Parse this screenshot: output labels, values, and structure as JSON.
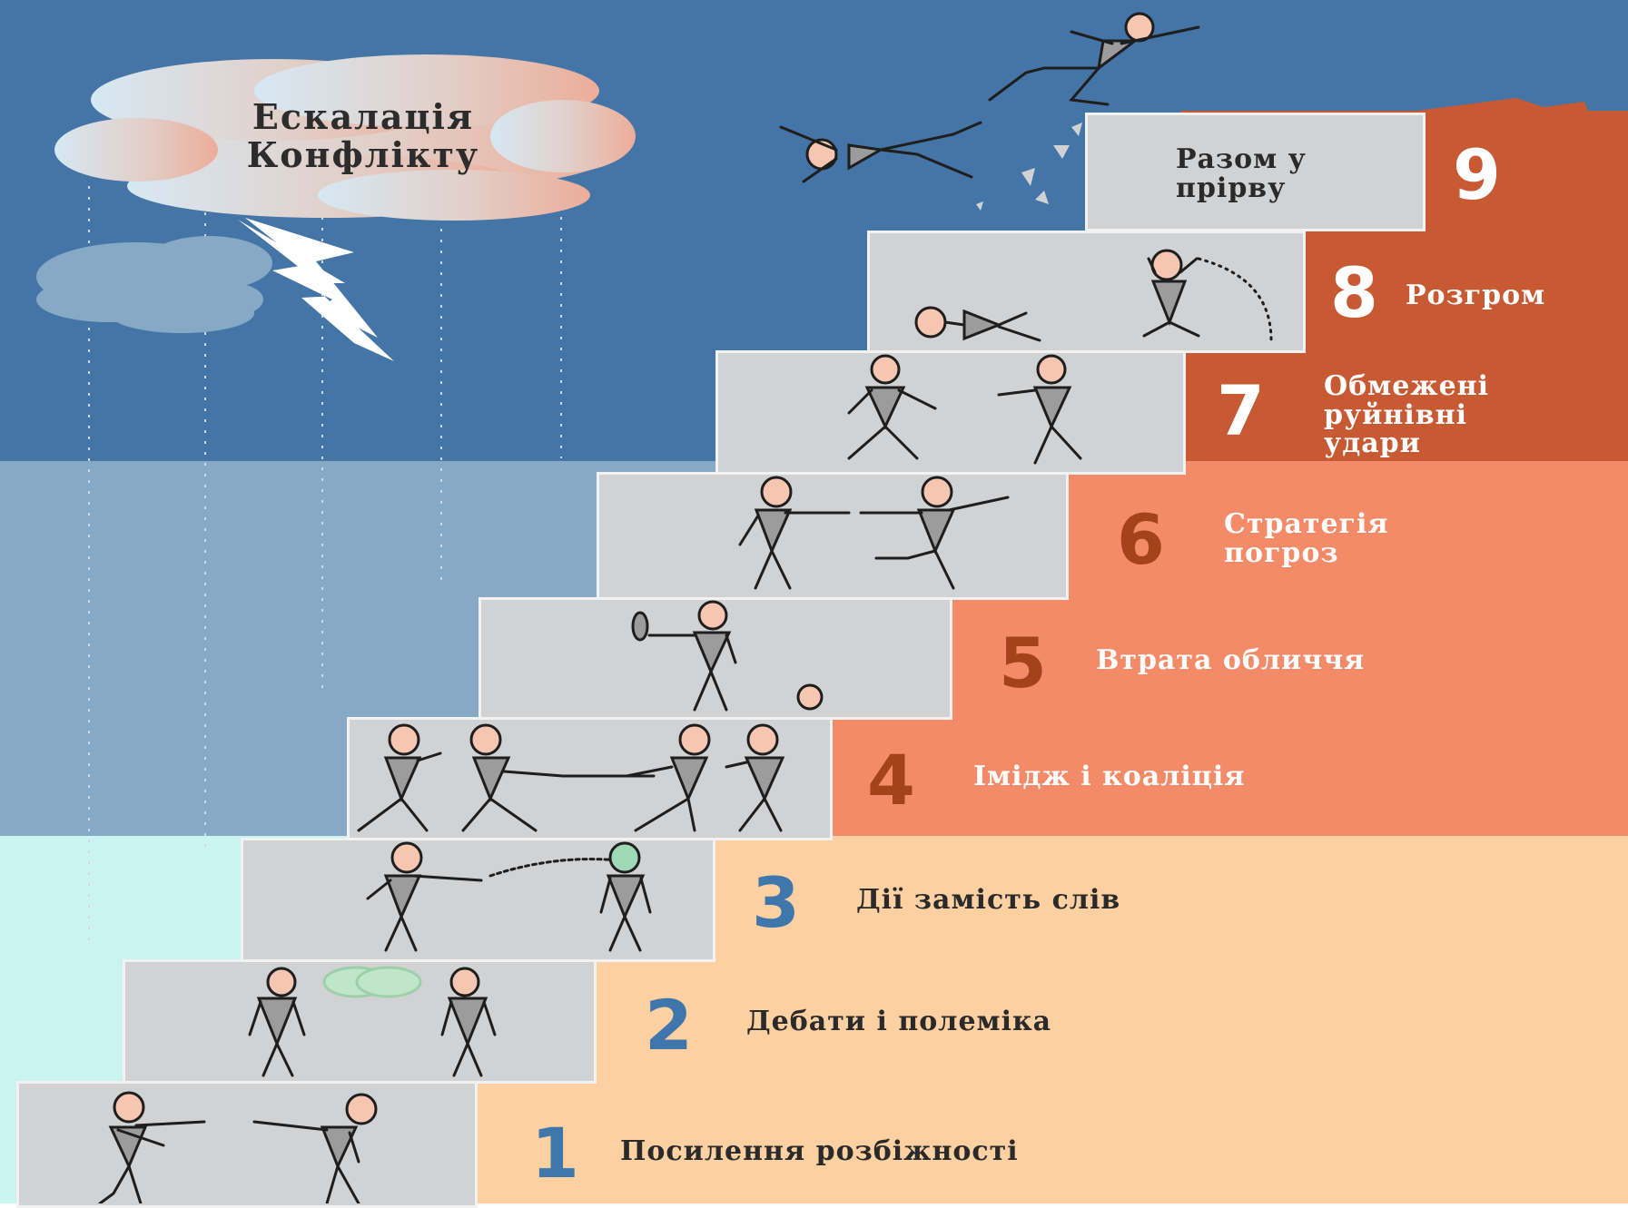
{
  "title": "Ескалація Конфлікту",
  "colors": {
    "sky_dark": "#4475a6",
    "sky_mid": "#86aac6",
    "sky_light": "#c9f4ef",
    "peach": "#fcd0a1",
    "salmon": "#f38b69",
    "rust": "#c75a33",
    "panel_grey": "#d1d2d4",
    "number_blue": "#3f77ad",
    "number_brown": "#a4431a"
  },
  "steps": [
    {
      "number": "1",
      "label": "Посилення розбіжності"
    },
    {
      "number": "2",
      "label": "Дебати і полеміка"
    },
    {
      "number": "3",
      "label": "Дії замість слів"
    },
    {
      "number": "4",
      "label": "Імідж і коаліція"
    },
    {
      "number": "5",
      "label": "Втрата обличчя"
    },
    {
      "number": "6",
      "label": "Стратегія погроз"
    },
    {
      "number": "7",
      "label": "Обмежені руйнівні удари"
    },
    {
      "number": "8",
      "label": "Розгром"
    },
    {
      "number": "9",
      "label": "Разом у прірву"
    }
  ],
  "icons": [
    "cloud-icon",
    "lightning-icon",
    "rain-cloud-icon",
    "stick-figure-icon"
  ]
}
